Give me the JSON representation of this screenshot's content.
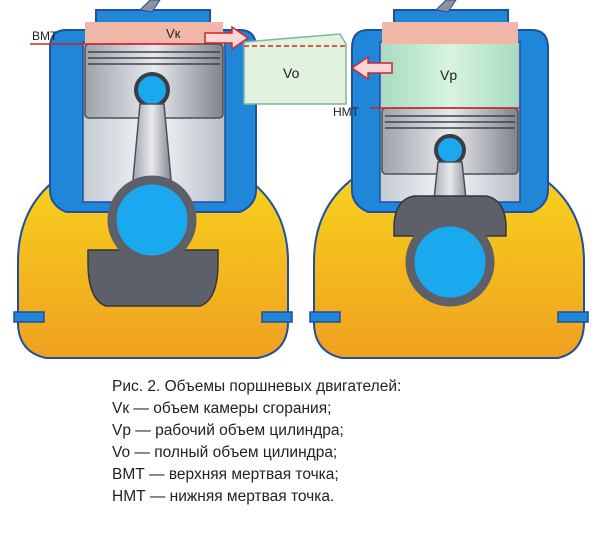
{
  "colors": {
    "outline": "#1f4f9f",
    "jacket_blue": "#1f86d8",
    "crankcase_yellow": "#f7d21e",
    "crankcase_orange": "#f0a020",
    "metal_light": "#e2e4e8",
    "metal_dark": "#5d6068",
    "bearing_blue": "#1aa9ee",
    "chamber_pink": "#f0b6a8",
    "working_green": "#bfe8cf",
    "volume_box_green": "#e1f3de",
    "marker_red": "#d22525"
  },
  "icons": {
    "arrow": "red-outlined-arrow"
  },
  "labels": {
    "bmt": "ВМТ",
    "nmt": "НМТ",
    "vk": "Vк",
    "vo": "Vo",
    "vp": "Vp"
  },
  "caption": {
    "title": "Рис. 2. Объемы поршневых двигателей:",
    "lines": [
      "Vк — объем камеры сгорания;",
      "Vр — рабочий объем цилиндра;",
      "Vo — полный объем цилиндра;",
      "ВМТ — верхняя мертвая точка;",
      "НМТ — нижняя мертвая точка."
    ]
  }
}
